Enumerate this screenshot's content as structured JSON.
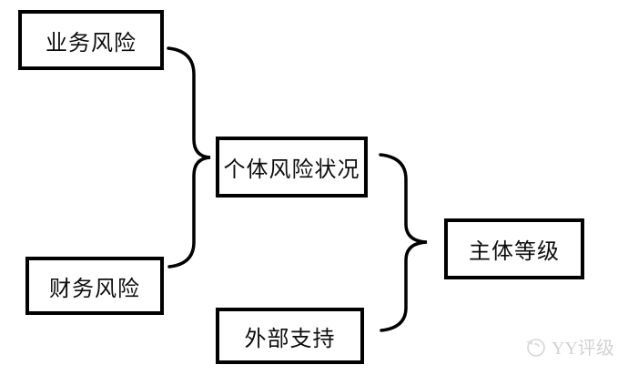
{
  "diagram": {
    "title": "rating-framework-flow",
    "background_color": "#ffffff",
    "line_color": "#000000",
    "box_border_color": "#000000",
    "boxes": [
      {
        "id": "business-risk",
        "label": "业务风险"
      },
      {
        "id": "financial-risk",
        "label": "财务风险"
      },
      {
        "id": "individual-risk",
        "label": "个体风险状况"
      },
      {
        "id": "external-support",
        "label": "外部支持"
      },
      {
        "id": "issuer-rating",
        "label": "主体等级"
      }
    ],
    "connections": [
      {
        "type": "brace",
        "from": [
          "业务风险",
          "财务风险"
        ],
        "to": "个体风险状况"
      },
      {
        "type": "brace",
        "from": [
          "个体风险状况",
          "外部支持"
        ],
        "to": "主体等级"
      }
    ]
  },
  "watermark": {
    "icon": "megaphone-logo-icon",
    "label": "YY评级",
    "color": "#d2d2d2"
  }
}
